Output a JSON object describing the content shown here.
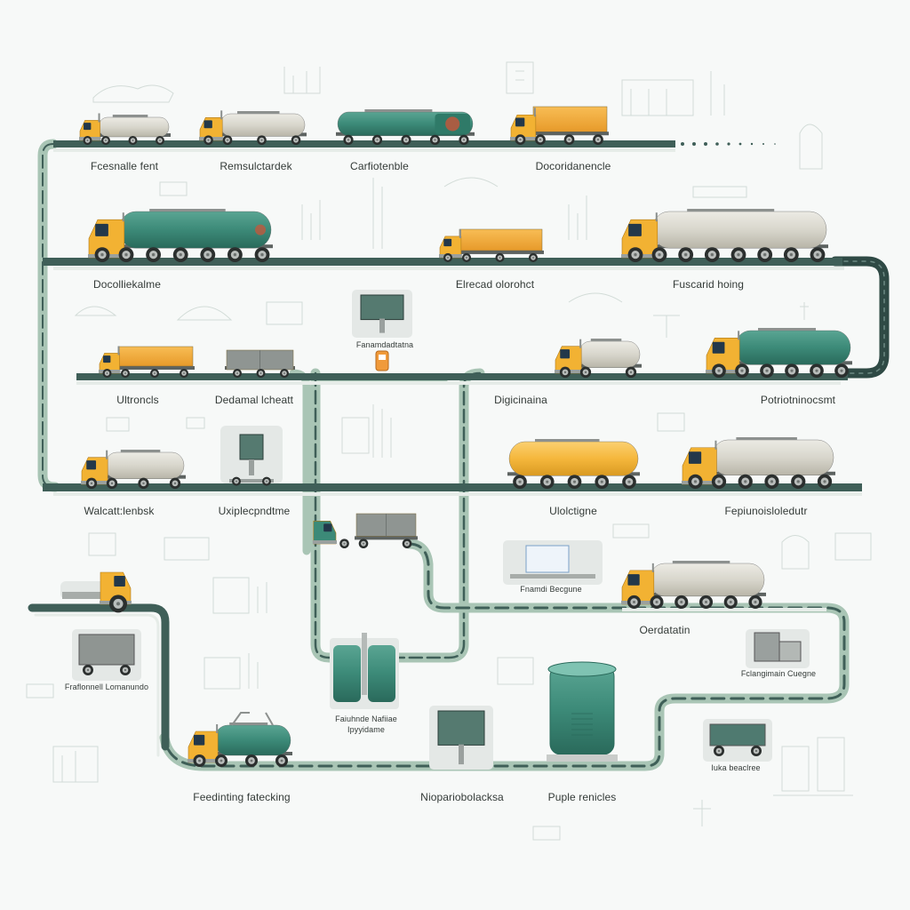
{
  "diagram": {
    "type": "logistics-route-map",
    "colors": {
      "background": "#f7f9f8",
      "road_dark": "#3f5f58",
      "road_light": "#a9c5b5",
      "road_edge": "#e6ece8",
      "cab_yellow": "#f2b233",
      "cargo_orange": "#f3a93a",
      "tank_green": "#3c8a78",
      "tank_grey": "#d8d6cc",
      "tank_yellow": "#f5b73c",
      "icon_box": "#e4e8e6",
      "sketch": "#c9d5d0"
    },
    "vehicles": [
      {
        "id": "v1",
        "kind": "tanker",
        "cab": "yellow",
        "body": "grey",
        "label": "Fcesnalle fent"
      },
      {
        "id": "v2",
        "kind": "tanker",
        "cab": "yellow",
        "body": "grey",
        "label": "Remsulctardek"
      },
      {
        "id": "v3",
        "kind": "tank-trailer",
        "cab": "none",
        "body": "green",
        "label": "Carfiotenble"
      },
      {
        "id": "v4",
        "kind": "box-truck",
        "cab": "yellow",
        "body": "orange",
        "label": "Docoridanencle"
      },
      {
        "id": "v5",
        "kind": "tanker",
        "cab": "yellow",
        "body": "green",
        "label": "Docolliekalme"
      },
      {
        "id": "v6",
        "kind": "box-truck",
        "cab": "yellow",
        "body": "orange",
        "label": "Elrecad olorohct"
      },
      {
        "id": "v7",
        "kind": "tanker",
        "cab": "yellow",
        "body": "grey",
        "label": "Fuscarid hoing"
      },
      {
        "id": "v8",
        "kind": "box-truck",
        "cab": "yellow",
        "body": "orange",
        "label": "Ultroncls"
      },
      {
        "id": "v9",
        "kind": "trailer",
        "cab": "none",
        "body": "grey",
        "label": "Dedamal lcheatt"
      },
      {
        "id": "v10",
        "kind": "tanker",
        "cab": "yellow",
        "body": "grey",
        "label": "Digicinaina"
      },
      {
        "id": "v11",
        "kind": "tanker",
        "cab": "yellow",
        "body": "green",
        "label": "Potriotninocsmt"
      },
      {
        "id": "v12",
        "kind": "tanker",
        "cab": "yellow",
        "body": "grey",
        "label": "Walcatt:lenbsk"
      },
      {
        "id": "v13",
        "kind": "trailer-upright",
        "cab": "none",
        "body": "grey",
        "label": "Uxiplecpndtme"
      },
      {
        "id": "v14",
        "kind": "tank-trailer",
        "cab": "none",
        "body": "yellow",
        "label": "Ulolctigne"
      },
      {
        "id": "v15",
        "kind": "tanker",
        "cab": "yellow",
        "body": "grey",
        "label": "Fepiunoisloledutr"
      },
      {
        "id": "v16",
        "kind": "box-truck",
        "cab": "green",
        "body": "grey",
        "label": ""
      },
      {
        "id": "v17",
        "kind": "tanker",
        "cab": "yellow",
        "body": "grey",
        "label": "Oerdatatin"
      },
      {
        "id": "v18",
        "kind": "tractor",
        "cab": "yellow",
        "body": "none",
        "label": ""
      },
      {
        "id": "v19",
        "kind": "vacuum-tanker",
        "cab": "yellow",
        "body": "green",
        "label": "Feedinting fatecking"
      }
    ],
    "stations": [
      {
        "id": "s1",
        "icon": "monitor-station-icon",
        "label": "Fanamdadtatna"
      },
      {
        "id": "s2",
        "icon": "fuel-pump-icon",
        "label": ""
      },
      {
        "id": "s3",
        "icon": "kiosk-icon",
        "label": "Fnamdi Becgune"
      },
      {
        "id": "s4",
        "icon": "warehouse-icon",
        "label": "Fclangimain Cuegne"
      },
      {
        "id": "s5",
        "icon": "cargo-trailer-icon",
        "label": "Fraflonnell Lomanundo"
      },
      {
        "id": "s6",
        "icon": "twin-tanks-icon",
        "label": "Faiuhnde Nafiiae Ipyyidame"
      },
      {
        "id": "s7",
        "icon": "control-panel-icon",
        "label": "Niopariobolacksa"
      },
      {
        "id": "s8",
        "icon": "storage-silo-icon",
        "label": "Puple renicles"
      },
      {
        "id": "s9",
        "icon": "small-trailer-icon",
        "label": "Iuka beaclree"
      }
    ]
  }
}
